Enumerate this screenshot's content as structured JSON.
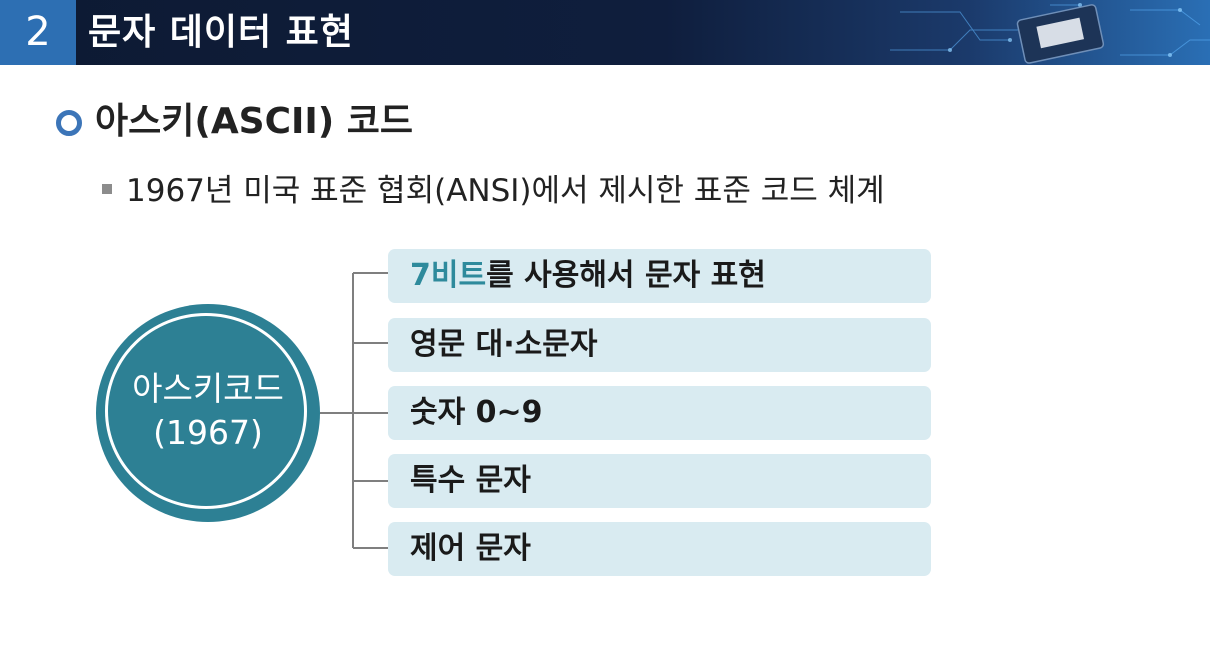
{
  "header": {
    "number": "2",
    "title": "문자 데이터 표현"
  },
  "heading": {
    "icon": "ring-bullet-icon",
    "text": "아스키(ASCII) 코드"
  },
  "subpoint": {
    "icon": "square-bullet-icon",
    "text": "1967년 미국 표준 협회(ANSI)에서 제시한 표준 코드 체계"
  },
  "diagram": {
    "center_line1": "아스키코드",
    "center_line2": "(1967)",
    "items": [
      {
        "accent": "7비트",
        "rest": "를 사용해서 문자 표현"
      },
      {
        "accent": "",
        "rest": "영문 대·소문자"
      },
      {
        "accent": "",
        "rest": "숫자 0~9"
      },
      {
        "accent": "",
        "rest": "특수 문자"
      },
      {
        "accent": "",
        "rest": "제어 문자"
      }
    ]
  },
  "colors": {
    "header_bg": "#0f1e3d",
    "number_bg": "#2d6fb3",
    "circle": "#2d8094",
    "item_bg": "#d9ebf1",
    "accent_text": "#2e8a9c"
  }
}
